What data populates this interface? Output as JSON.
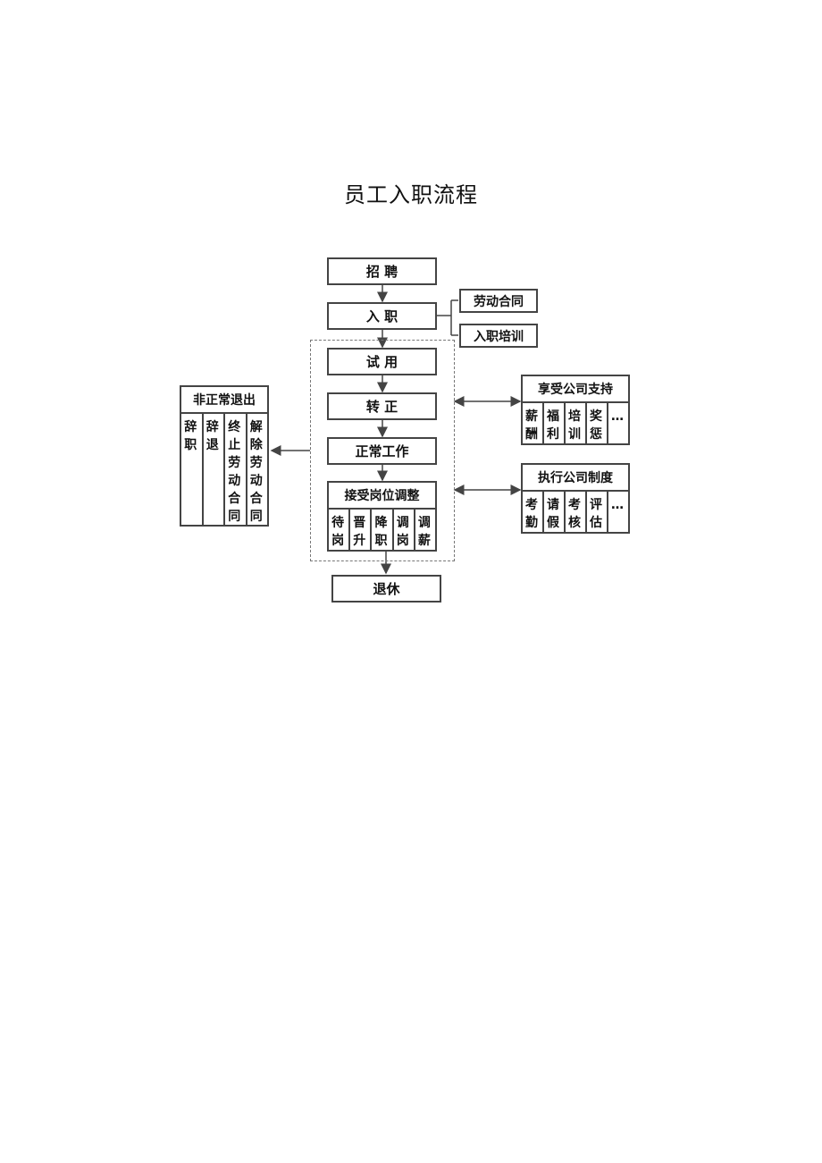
{
  "title": "员工入职流程",
  "flow": {
    "recruit": "招 聘",
    "onboard": "入 职",
    "probation": "试 用",
    "regularize": "转 正",
    "normal_work": "正常工作",
    "retire": "退休"
  },
  "onboard_items": [
    "劳动合同",
    "入职培训"
  ],
  "adjustment": {
    "title": "接受岗位调整",
    "items": [
      "待岗",
      "晋升",
      "降职",
      "调岗",
      "调薪"
    ]
  },
  "exit": {
    "title": "非正常退出",
    "items": [
      "辞职",
      "辞退",
      "终止劳动合同",
      "解除劳动合同"
    ]
  },
  "support": {
    "title": "享受公司支持",
    "items": [
      "薪酬",
      "福利",
      "培训",
      "奖惩",
      "…"
    ]
  },
  "rules": {
    "title": "执行公司制度",
    "items": [
      "考勤",
      "请假",
      "考核",
      "评估",
      "…"
    ]
  }
}
